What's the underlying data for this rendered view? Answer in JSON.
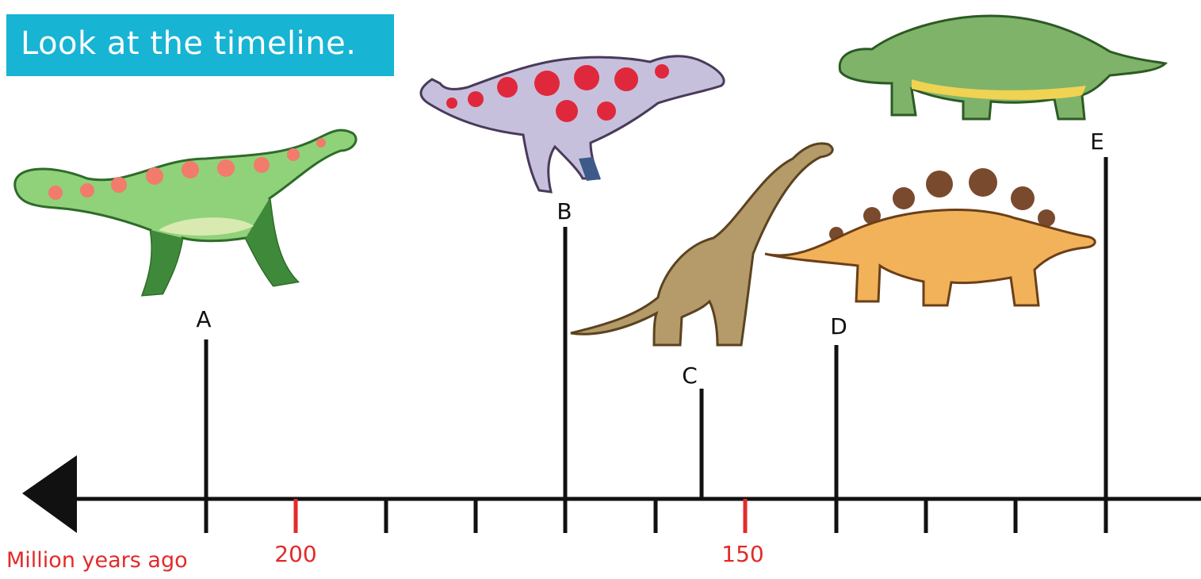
{
  "banner": {
    "text": "Look at the timeline."
  },
  "axis": {
    "unit_label": "Million years ago",
    "numbered_ticks": [
      "200",
      "150"
    ]
  },
  "markers": [
    "A",
    "B",
    "C",
    "D",
    "E"
  ],
  "colors": {
    "banner_bg": "#17b4d4",
    "axis": "#111111",
    "highlight": "#e32a2a"
  },
  "illustrations": [
    "long-necked green dinosaur",
    "red-spotted theropod dinosaur",
    "brown long-necked sauropod",
    "stegosaurus",
    "armoured green ankylosaur"
  ]
}
